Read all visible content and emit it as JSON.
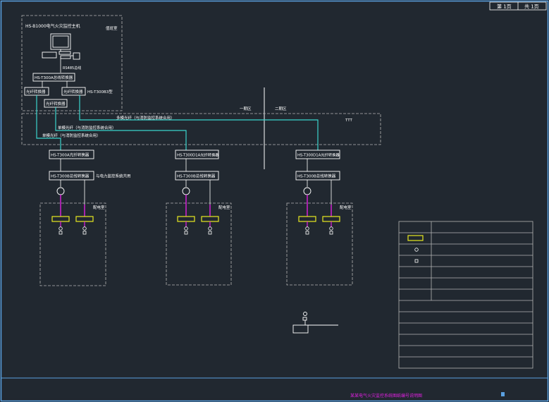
{
  "page_info": {
    "page_num": "第 1页",
    "page_total": "共 1页"
  },
  "host": {
    "title": "HS-B1000电气火灾监控主机",
    "room": "值班室",
    "bus_label": "RS485总线",
    "device": "HS-T300A总线转换器"
  },
  "fiber": {
    "left_converter": "光纤转换器",
    "right_converter": "光纤转换器",
    "right_model": "HS-T300B3型",
    "bottom_converter": "光纤转换器"
  },
  "cables": {
    "multi_mode": "多模光纤（与消防监控系统合用）",
    "single_mode_a": "单模光纤（与消防监控系统合用）",
    "single_mode_b": "单模光纤（与消防监控系统合用）",
    "area_a": "一期区",
    "area_b": "二期区",
    "tag": "TTT"
  },
  "stations": [
    {
      "converter": "HS-T300A光纤转换器",
      "transmitter": "HS-T300B总线转换器",
      "note": "与电力监控系统共用",
      "cabinet": "配电室"
    },
    {
      "converter": "HS-T300D1A光纤转换器",
      "transmitter": "HS-T300B总线转换器",
      "note": "",
      "cabinet": "配电室"
    },
    {
      "converter": "HS-T300D1A光纤转换器",
      "transmitter": "HS-T300B总线转换器",
      "note": "",
      "cabinet": "配电室"
    }
  ],
  "title_block": "某某电气火灾监控系统图纸编号说明图",
  "colors": {
    "bg": "#212830",
    "frame": "#5aa0e0",
    "box": "#ffffff",
    "dashed": "#b4b4b4",
    "fiber": "#3ad4cc",
    "device_line": "#e020e0",
    "detector": "#e8e820",
    "title_text": "#e020e0",
    "text": "#ffffff"
  }
}
